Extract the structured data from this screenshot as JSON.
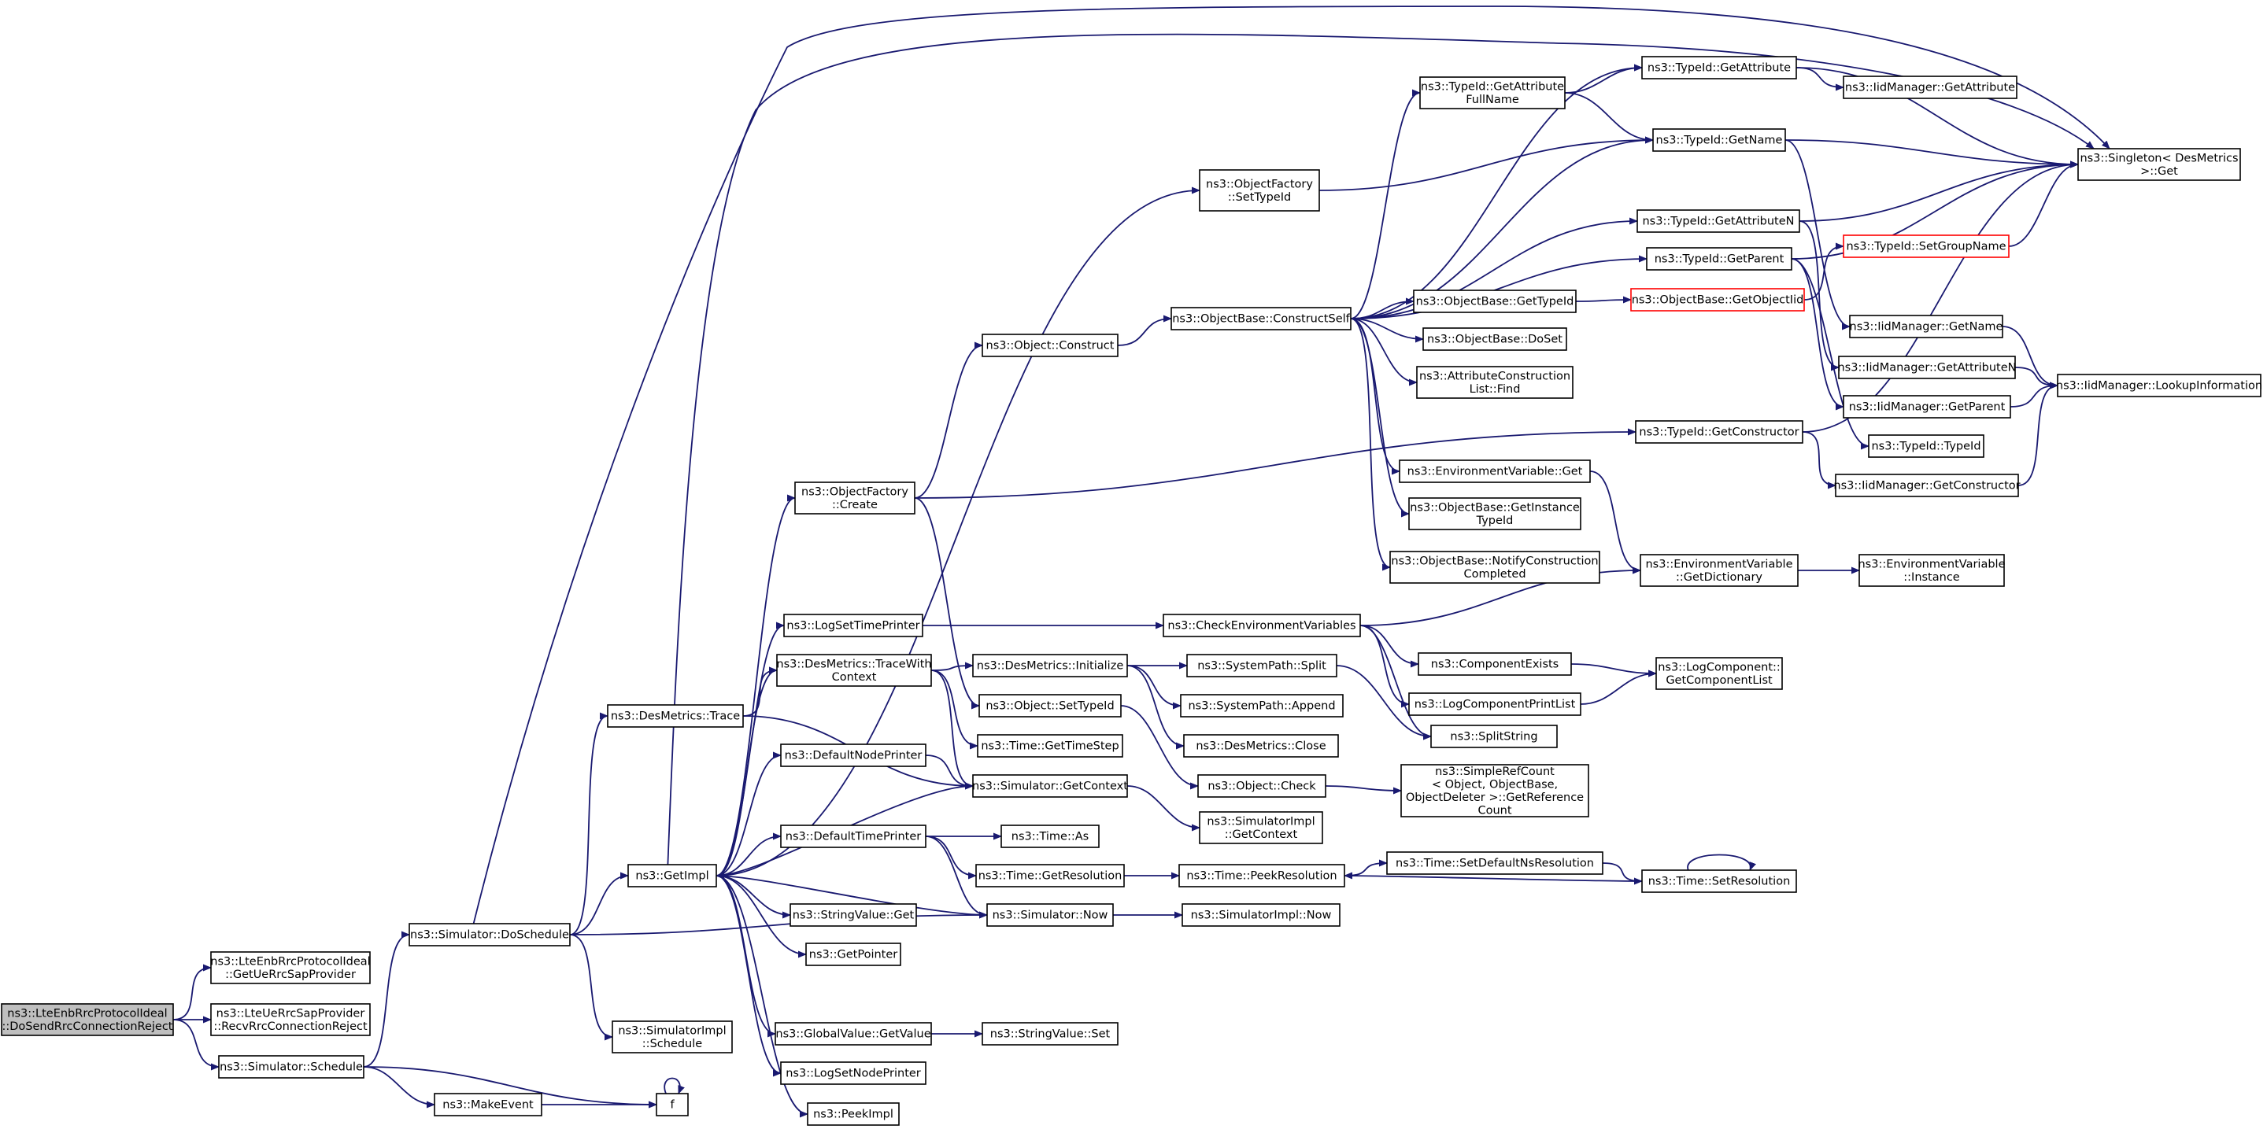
{
  "nodes": [
    {
      "id": "root",
      "lines": [
        "ns3::LteEnbRrcProtocolIdeal",
        "::DoSendRrcConnectionReject"
      ],
      "style": "root"
    },
    {
      "id": "getUeRrcSap",
      "lines": [
        "ns3::LteEnbRrcProtocolIdeal",
        "::GetUeRrcSapProvider"
      ]
    },
    {
      "id": "recvReject",
      "lines": [
        "ns3::LteUeRrcSapProvider",
        "::RecvRrcConnectionReject"
      ]
    },
    {
      "id": "schedule",
      "lines": [
        "ns3::Simulator::Schedule"
      ]
    },
    {
      "id": "doSchedule",
      "lines": [
        "ns3::Simulator::DoSchedule"
      ]
    },
    {
      "id": "makeEvent",
      "lines": [
        "ns3::MakeEvent"
      ]
    },
    {
      "id": "f",
      "lines": [
        "f"
      ]
    },
    {
      "id": "getImpl",
      "lines": [
        "ns3::GetImpl"
      ]
    },
    {
      "id": "dmTrace",
      "lines": [
        "ns3::DesMetrics::Trace"
      ]
    },
    {
      "id": "simImplSchedule",
      "lines": [
        "ns3::SimulatorImpl",
        "::Schedule"
      ]
    },
    {
      "id": "ofCreate",
      "lines": [
        "ns3::ObjectFactory",
        "::Create"
      ]
    },
    {
      "id": "logSetTimePrinter",
      "lines": [
        "ns3::LogSetTimePrinter"
      ]
    },
    {
      "id": "dmTraceWithContext",
      "lines": [
        "ns3::DesMetrics::TraceWith",
        "Context"
      ]
    },
    {
      "id": "defaultNodePrinter",
      "lines": [
        "ns3::DefaultNodePrinter"
      ]
    },
    {
      "id": "defaultTimePrinter",
      "lines": [
        "ns3::DefaultTimePrinter"
      ]
    },
    {
      "id": "stringValueGet",
      "lines": [
        "ns3::StringValue::Get"
      ]
    },
    {
      "id": "getPointer",
      "lines": [
        "ns3::GetPointer"
      ]
    },
    {
      "id": "globalValueGetValue",
      "lines": [
        "ns3::GlobalValue::GetValue"
      ]
    },
    {
      "id": "logSetNodePrinter",
      "lines": [
        "ns3::LogSetNodePrinter"
      ]
    },
    {
      "id": "peekImpl",
      "lines": [
        "ns3::PeekImpl"
      ]
    },
    {
      "id": "ofSetTypeId",
      "lines": [
        "ns3::ObjectFactory",
        "::SetTypeId"
      ]
    },
    {
      "id": "objectConstruct",
      "lines": [
        "ns3::Object::Construct"
      ]
    },
    {
      "id": "dmInitialize",
      "lines": [
        "ns3::DesMetrics::Initialize"
      ]
    },
    {
      "id": "objectSetTypeId",
      "lines": [
        "ns3::Object::SetTypeId"
      ]
    },
    {
      "id": "timeGetTimeStep",
      "lines": [
        "ns3::Time::GetTimeStep"
      ]
    },
    {
      "id": "simGetContext",
      "lines": [
        "ns3::Simulator::GetContext"
      ]
    },
    {
      "id": "timeAs",
      "lines": [
        "ns3::Time::As"
      ]
    },
    {
      "id": "timeGetResolution",
      "lines": [
        "ns3::Time::GetResolution"
      ]
    },
    {
      "id": "simNow",
      "lines": [
        "ns3::Simulator::Now"
      ]
    },
    {
      "id": "stringValueSet",
      "lines": [
        "ns3::StringValue::Set"
      ]
    },
    {
      "id": "obConstructSelf",
      "lines": [
        "ns3::ObjectBase::ConstructSelf"
      ]
    },
    {
      "id": "checkEnvVars",
      "lines": [
        "ns3::CheckEnvironmentVariables"
      ]
    },
    {
      "id": "sysPathSplit",
      "lines": [
        "ns3::SystemPath::Split"
      ]
    },
    {
      "id": "sysPathAppend",
      "lines": [
        "ns3::SystemPath::Append"
      ]
    },
    {
      "id": "dmClose",
      "lines": [
        "ns3::DesMetrics::Close"
      ]
    },
    {
      "id": "objectCheck",
      "lines": [
        "ns3::Object::Check"
      ]
    },
    {
      "id": "simImplGetContext",
      "lines": [
        "ns3::SimulatorImpl",
        "::GetContext"
      ]
    },
    {
      "id": "timePeekResolution",
      "lines": [
        "ns3::Time::PeekResolution"
      ]
    },
    {
      "id": "simImplNow",
      "lines": [
        "ns3::SimulatorImpl::Now"
      ]
    },
    {
      "id": "tidGetAttributeFullName",
      "lines": [
        "ns3::TypeId::GetAttribute",
        "FullName"
      ]
    },
    {
      "id": "obGetTypeId",
      "lines": [
        "ns3::ObjectBase::GetTypeId"
      ]
    },
    {
      "id": "obDoSet",
      "lines": [
        "ns3::ObjectBase::DoSet"
      ]
    },
    {
      "id": "acListFind",
      "lines": [
        "ns3::AttributeConstruction",
        "List::Find"
      ]
    },
    {
      "id": "envVarGet",
      "lines": [
        "ns3::EnvironmentVariable::Get"
      ]
    },
    {
      "id": "obGetInstanceTypeId",
      "lines": [
        "ns3::ObjectBase::GetInstance",
        "TypeId"
      ]
    },
    {
      "id": "obNotifyConstruction",
      "lines": [
        "ns3::ObjectBase::NotifyConstruction",
        "Completed"
      ]
    },
    {
      "id": "componentExists",
      "lines": [
        "ns3::ComponentExists"
      ]
    },
    {
      "id": "logComponentPrintList",
      "lines": [
        "ns3::LogComponentPrintList"
      ]
    },
    {
      "id": "splitString",
      "lines": [
        "ns3::SplitString"
      ]
    },
    {
      "id": "simpleRefCount",
      "lines": [
        "ns3::SimpleRefCount",
        "< Object, ObjectBase,",
        "ObjectDeleter >::GetReference",
        "Count"
      ]
    },
    {
      "id": "timeSetDefaultNs",
      "lines": [
        "ns3::Time::SetDefaultNsResolution"
      ]
    },
    {
      "id": "tidGetAttribute",
      "lines": [
        "ns3::TypeId::GetAttribute"
      ]
    },
    {
      "id": "tidGetName",
      "lines": [
        "ns3::TypeId::GetName"
      ]
    },
    {
      "id": "tidGetAttributeN",
      "lines": [
        "ns3::TypeId::GetAttributeN"
      ]
    },
    {
      "id": "tidGetParent",
      "lines": [
        "ns3::TypeId::GetParent"
      ]
    },
    {
      "id": "obGetObjectIid",
      "lines": [
        "ns3::ObjectBase::GetObjectIid"
      ],
      "style": "trunc"
    },
    {
      "id": "tidGetConstructor",
      "lines": [
        "ns3::TypeId::GetConstructor"
      ]
    },
    {
      "id": "envVarGetDictionary",
      "lines": [
        "ns3::EnvironmentVariable",
        "::GetDictionary"
      ]
    },
    {
      "id": "logCompGetList",
      "lines": [
        "ns3::LogComponent::",
        "GetComponentList"
      ]
    },
    {
      "id": "timeSetResolution",
      "lines": [
        "ns3::Time::SetResolution"
      ]
    },
    {
      "id": "iidGetAttribute",
      "lines": [
        "ns3::IidManager::GetAttribute"
      ]
    },
    {
      "id": "tidSetGroupName",
      "lines": [
        "ns3::TypeId::SetGroupName"
      ],
      "style": "trunc"
    },
    {
      "id": "iidGetName",
      "lines": [
        "ns3::IidManager::GetName"
      ]
    },
    {
      "id": "iidGetAttributeN",
      "lines": [
        "ns3::IidManager::GetAttributeN"
      ]
    },
    {
      "id": "iidGetParent",
      "lines": [
        "ns3::IidManager::GetParent"
      ]
    },
    {
      "id": "tidTypeId",
      "lines": [
        "ns3::TypeId::TypeId"
      ]
    },
    {
      "id": "iidGetConstructor",
      "lines": [
        "ns3::IidManager::GetConstructor"
      ]
    },
    {
      "id": "envVarInstance",
      "lines": [
        "ns3::EnvironmentVariable",
        "::Instance"
      ]
    },
    {
      "id": "singletonGet",
      "lines": [
        "ns3::Singleton< DesMetrics",
        ">::Get"
      ]
    },
    {
      "id": "iidLookupInformation",
      "lines": [
        "ns3::IidManager::LookupInformation"
      ]
    }
  ],
  "edges": [
    [
      "root",
      "getUeRrcSap"
    ],
    [
      "root",
      "recvReject"
    ],
    [
      "root",
      "schedule"
    ],
    [
      "schedule",
      "doSchedule"
    ],
    [
      "schedule",
      "makeEvent"
    ],
    [
      "schedule",
      "f"
    ],
    [
      "makeEvent",
      "f"
    ],
    [
      "f",
      "f"
    ],
    [
      "doSchedule",
      "getImpl"
    ],
    [
      "doSchedule",
      "dmTrace"
    ],
    [
      "doSchedule",
      "simImplSchedule"
    ],
    [
      "doSchedule",
      "simNow"
    ],
    [
      "doSchedule",
      "singletonGet"
    ],
    [
      "dmTrace",
      "dmTraceWithContext"
    ],
    [
      "dmTrace",
      "simGetContext"
    ],
    [
      "getImpl",
      "ofCreate"
    ],
    [
      "getImpl",
      "logSetTimePrinter"
    ],
    [
      "getImpl",
      "dmTraceWithContext"
    ],
    [
      "getImpl",
      "defaultNodePrinter"
    ],
    [
      "getImpl",
      "defaultTimePrinter"
    ],
    [
      "getImpl",
      "stringValueGet"
    ],
    [
      "getImpl",
      "getPointer"
    ],
    [
      "getImpl",
      "globalValueGetValue"
    ],
    [
      "getImpl",
      "logSetNodePrinter"
    ],
    [
      "getImpl",
      "peekImpl"
    ],
    [
      "getImpl",
      "ofSetTypeId"
    ],
    [
      "getImpl",
      "singletonGet"
    ],
    [
      "ofCreate",
      "objectConstruct"
    ],
    [
      "ofCreate",
      "tidGetConstructor"
    ],
    [
      "ofCreate",
      "objectSetTypeId"
    ],
    [
      "logSetTimePrinter",
      "checkEnvVars"
    ],
    [
      "dmTraceWithContext",
      "dmInitialize"
    ],
    [
      "dmTraceWithContext",
      "timeGetTimeStep"
    ],
    [
      "dmTraceWithContext",
      "simGetContext"
    ],
    [
      "defaultNodePrinter",
      "simGetContext"
    ],
    [
      "defaultTimePrinter",
      "timeAs"
    ],
    [
      "defaultTimePrinter",
      "timeGetResolution"
    ],
    [
      "defaultTimePrinter",
      "simNow"
    ],
    [
      "simNow",
      "getImpl"
    ],
    [
      "simNow",
      "simImplNow"
    ],
    [
      "simGetContext",
      "getImpl"
    ],
    [
      "simGetContext",
      "simImplGetContext"
    ],
    [
      "globalValueGetValue",
      "stringValueSet"
    ],
    [
      "objectConstruct",
      "obConstructSelf"
    ],
    [
      "objectSetTypeId",
      "objectCheck"
    ],
    [
      "objectCheck",
      "simpleRefCount"
    ],
    [
      "dmInitialize",
      "sysPathSplit"
    ],
    [
      "dmInitialize",
      "sysPathAppend"
    ],
    [
      "dmInitialize",
      "dmClose"
    ],
    [
      "sysPathSplit",
      "splitString"
    ],
    [
      "checkEnvVars",
      "componentExists"
    ],
    [
      "checkEnvVars",
      "logComponentPrintList"
    ],
    [
      "checkEnvVars",
      "splitString"
    ],
    [
      "checkEnvVars",
      "envVarGetDictionary"
    ],
    [
      "componentExists",
      "logCompGetList"
    ],
    [
      "logComponentPrintList",
      "logCompGetList"
    ],
    [
      "timeGetResolution",
      "timePeekResolution"
    ],
    [
      "timePeekResolution",
      "timeSetDefaultNs"
    ],
    [
      "timeSetDefaultNs",
      "timeSetResolution"
    ],
    [
      "timeSetResolution",
      "timePeekResolution"
    ],
    [
      "timeSetResolution",
      "timeSetResolution"
    ],
    [
      "obConstructSelf",
      "tidGetAttributeFullName"
    ],
    [
      "obConstructSelf",
      "tidGetAttribute"
    ],
    [
      "obConstructSelf",
      "tidGetName"
    ],
    [
      "obConstructSelf",
      "tidGetAttributeN"
    ],
    [
      "obConstructSelf",
      "tidGetParent"
    ],
    [
      "obConstructSelf",
      "obGetTypeId"
    ],
    [
      "obConstructSelf",
      "obDoSet"
    ],
    [
      "obConstructSelf",
      "acListFind"
    ],
    [
      "obConstructSelf",
      "envVarGet"
    ],
    [
      "obConstructSelf",
      "obGetInstanceTypeId"
    ],
    [
      "obConstructSelf",
      "obNotifyConstruction"
    ],
    [
      "ofSetTypeId",
      "tidGetName"
    ],
    [
      "tidGetAttributeFullName",
      "tidGetAttribute"
    ],
    [
      "tidGetAttributeFullName",
      "tidGetName"
    ],
    [
      "tidGetAttribute",
      "iidGetAttribute"
    ],
    [
      "tidGetAttribute",
      "singletonGet"
    ],
    [
      "tidGetName",
      "singletonGet"
    ],
    [
      "tidGetName",
      "iidGetName"
    ],
    [
      "tidGetAttributeN",
      "singletonGet"
    ],
    [
      "tidGetAttributeN",
      "iidGetAttributeN"
    ],
    [
      "tidGetParent",
      "singletonGet"
    ],
    [
      "tidGetParent",
      "iidGetParent"
    ],
    [
      "tidGetParent",
      "tidTypeId"
    ],
    [
      "obGetTypeId",
      "obGetObjectIid"
    ],
    [
      "obGetObjectIid",
      "tidSetGroupName"
    ],
    [
      "tidSetGroupName",
      "singletonGet"
    ],
    [
      "tidGetConstructor",
      "singletonGet"
    ],
    [
      "tidGetConstructor",
      "iidGetConstructor"
    ],
    [
      "envVarGet",
      "envVarGetDictionary"
    ],
    [
      "envVarGetDictionary",
      "envVarInstance"
    ],
    [
      "iidGetName",
      "iidLookupInformation"
    ],
    [
      "iidGetAttributeN",
      "iidLookupInformation"
    ],
    [
      "iidGetParent",
      "iidLookupInformation"
    ],
    [
      "iidGetConstructor",
      "iidLookupInformation"
    ]
  ]
}
